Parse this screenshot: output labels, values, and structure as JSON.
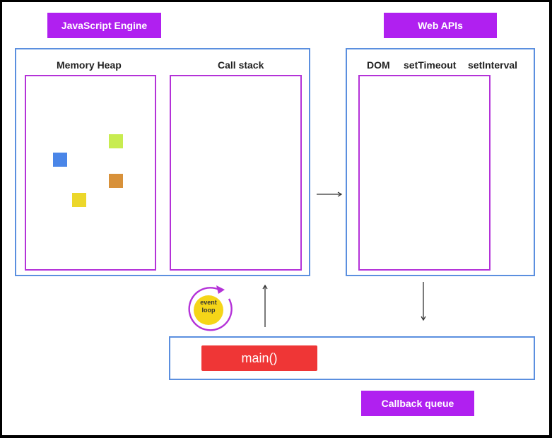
{
  "engine": {
    "tag_label": "JavaScript Engine",
    "memory_heap_label": "Memory Heap",
    "call_stack_label": "Call stack",
    "heap_colors": [
      "#c8ec50",
      "#4a86e8",
      "#d8913a",
      "#ecd72a"
    ]
  },
  "web_apis": {
    "tag_label": "Web APIs",
    "items": [
      "DOM",
      "setTimeout",
      "setInterval"
    ]
  },
  "event_loop": {
    "line1": "event",
    "line2": "loop"
  },
  "callback_queue": {
    "tag_label": "Callback queue",
    "items": [
      "main()"
    ]
  },
  "colors": {
    "tag_bg": "#b020f0",
    "container_border": "#5b8fdf",
    "inner_border": "#b432d8",
    "main_fn_bg": "#ef3636",
    "event_loop_fill": "#f5d518"
  }
}
